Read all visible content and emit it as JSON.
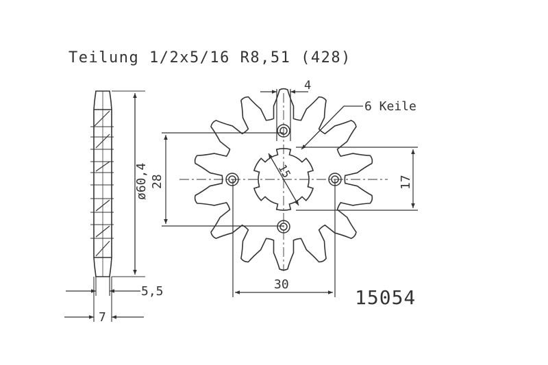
{
  "header": {
    "pitch_text": "Teilung 1/2x5/16 R8,51 (428)"
  },
  "part_number": "15054",
  "dimensions": {
    "outer_diameter": "ø60,4",
    "hub_width": "7",
    "tooth_width": "5,5",
    "tooth_gap": "4",
    "spline_label": "6 Keile",
    "spline_diameter": "15",
    "bolt_pitch_vertical": "28",
    "spline_height": "17",
    "bolt_pitch_horizontal": "30"
  },
  "sprocket": {
    "tooth_count": 14,
    "spline_count": 6
  },
  "colors": {
    "line": "#333333",
    "background": "#ffffff"
  }
}
